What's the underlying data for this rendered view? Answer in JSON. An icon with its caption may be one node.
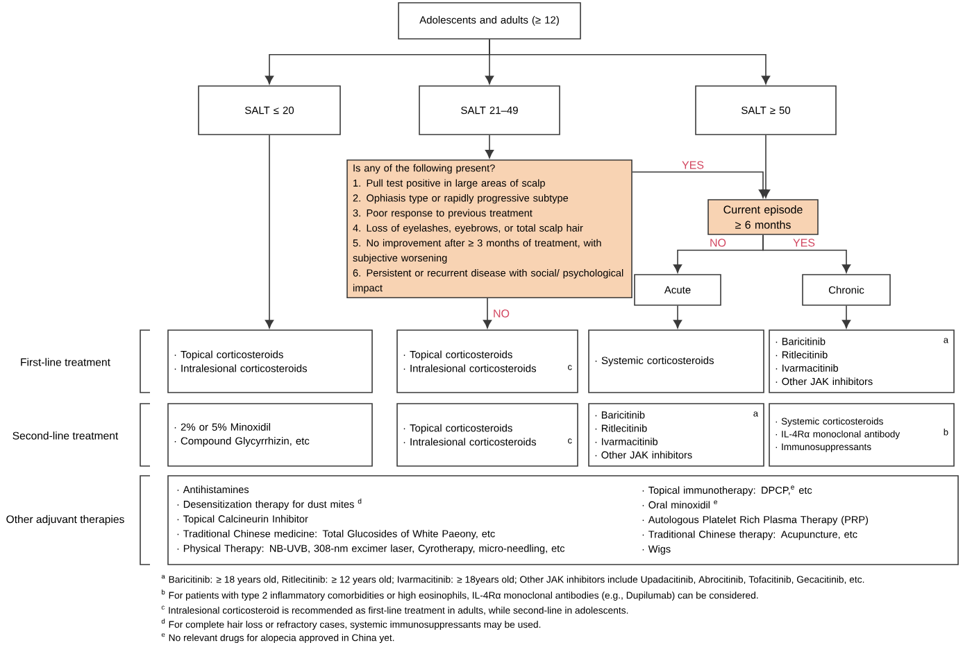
{
  "diagram": {
    "nodes": [
      {
        "text": [
          "Adolescents and adults (≥ 12)"
        ]
      },
      {
        "text": [
          "SALT ≤ 20"
        ]
      },
      {
        "text": [
          "SALT 21–49"
        ]
      },
      {
        "text": [
          "SALT ≥ 50"
        ]
      },
      {
        "text": [
          "Is any of the following present?",
          "1. Pull test positive in large areas of scalp",
          "2. Ophiasis type or rapidly progressive subtype",
          "3. Poor response to previous treatment",
          "4. Loss of eyelashes, eyebrows, or total scalp hair",
          "5. No improvement after ≥ 3 months of treatment, with subjective worsening",
          "6. Persistent or recurrent disease with social/ psychological impact"
        ]
      },
      {
        "text": [
          "Current episode ≥ 6 months"
        ]
      },
      {
        "text": [
          "Acute"
        ]
      },
      {
        "text": [
          "Chronic"
        ]
      },
      {
        "text": [
          "· Topical corticosteroids",
          "· Intralesional corticosteroids"
        ]
      },
      {
        "text": [
          "· Topical corticosteroids",
          "· Intralesional corticosteroids",
          "c"
        ]
      },
      {
        "text": [
          "· Systemic corticosteroids"
        ]
      },
      {
        "text": [
          "· Baricitinib",
          "· Ritlecitinib",
          "· Ivarmacitinib",
          "· Other JAK inhibitors",
          "a"
        ]
      },
      {
        "text": [
          "· 2% or 5% Minoxidil",
          "· Compound Glycyrrhizin, etc"
        ]
      },
      {
        "text": [
          "· Topical corticosteroids",
          "· Intralesional corticosteroids",
          "c"
        ]
      },
      {
        "text": [
          "· Baricitinib",
          "· Ritlecitinib",
          "· Ivarmacitinib",
          "· Other JAK inhibitors",
          "a"
        ]
      },
      {
        "text": [
          "· Systemic corticosteroids",
          "· IL-4Rα monoclonal antibody",
          "· Immunosuppressants",
          "b"
        ]
      },
      {
        "text": [
          "· Antihistamines",
          "· Desensitization therapy for dust mites $^{d}$",
          "· Topical Calcineurin Inhibitor",
          "· Traditional Chinese medicine: Total Glucosides of White Paeony, etc",
          "· Physical Therapy: NB-UVB, 308-nm excimer laser, Cyrotherapy, micro-needling, etc",
          "· Topical immunotherapy: DPCP,$^{e}$ etc",
          "· Oral minoxidil $^{e}$",
          "· Autologous Platelet Rich Plasma Therapy (PRP)",
          "· Traditional Chinese therapy: Acupuncture, etc",
          "· Wigs"
        ]
      }
    ],
    "edges": [
      {
        "from": 0,
        "to": 1,
        "arrow": "to"
      },
      {
        "from": 0,
        "to": 2,
        "arrow": "to"
      },
      {
        "from": 0,
        "to": 3,
        "arrow": "to"
      },
      {
        "from": 2,
        "to": 4,
        "arrow": "to"
      },
      {
        "from": 4,
        "to": 5,
        "arrow": "to",
        "label": "YES"
      },
      {
        "from": 3,
        "to": 5,
        "arrow": "to"
      },
      {
        "from": 5,
        "to": 6,
        "arrow": "to",
        "label": "NO"
      },
      {
        "from": 5,
        "to": 7,
        "arrow": "to",
        "label": "YES"
      },
      {
        "from": 1,
        "to": 8,
        "arrow": "to"
      },
      {
        "from": 4,
        "to": 9,
        "arrow": "to",
        "label": "NO"
      },
      {
        "from": 6,
        "to": 10,
        "arrow": "to"
      },
      {
        "from": 7,
        "to": 11,
        "arrow": "to"
      }
    ],
    "labels": [
      "First-line treatment",
      "Second-line treatment",
      "Other adjuvant therapies",
      "$^{a}$ Baricitinib: ≥ 18 years old, Ritlecitinib: ≥ 12 years old; Ivarmacitinib: ≥ 18years old; Other JAK inhibitors include Upadacitinib, Abrocitinib, Tofacitinib, Gecacitinib, etc.",
      "$^{b}$ For patients with type 2 inflammatory comorbidities or high eosinophils, IL-4Rα monoclonal antibodies (e.g., Dupilumab) can be considered.",
      "$^{c}$ Intralesional corticosteroid is recommended as first-line treatment in adults, while second-line in adolescents.",
      "$^{d}$ For complete hair loss or refractory cases, systemic immunosuppressants may be used.",
      "$^{e}$ No relevant drugs for alopecia approved in China yet."
    ]
  }
}
